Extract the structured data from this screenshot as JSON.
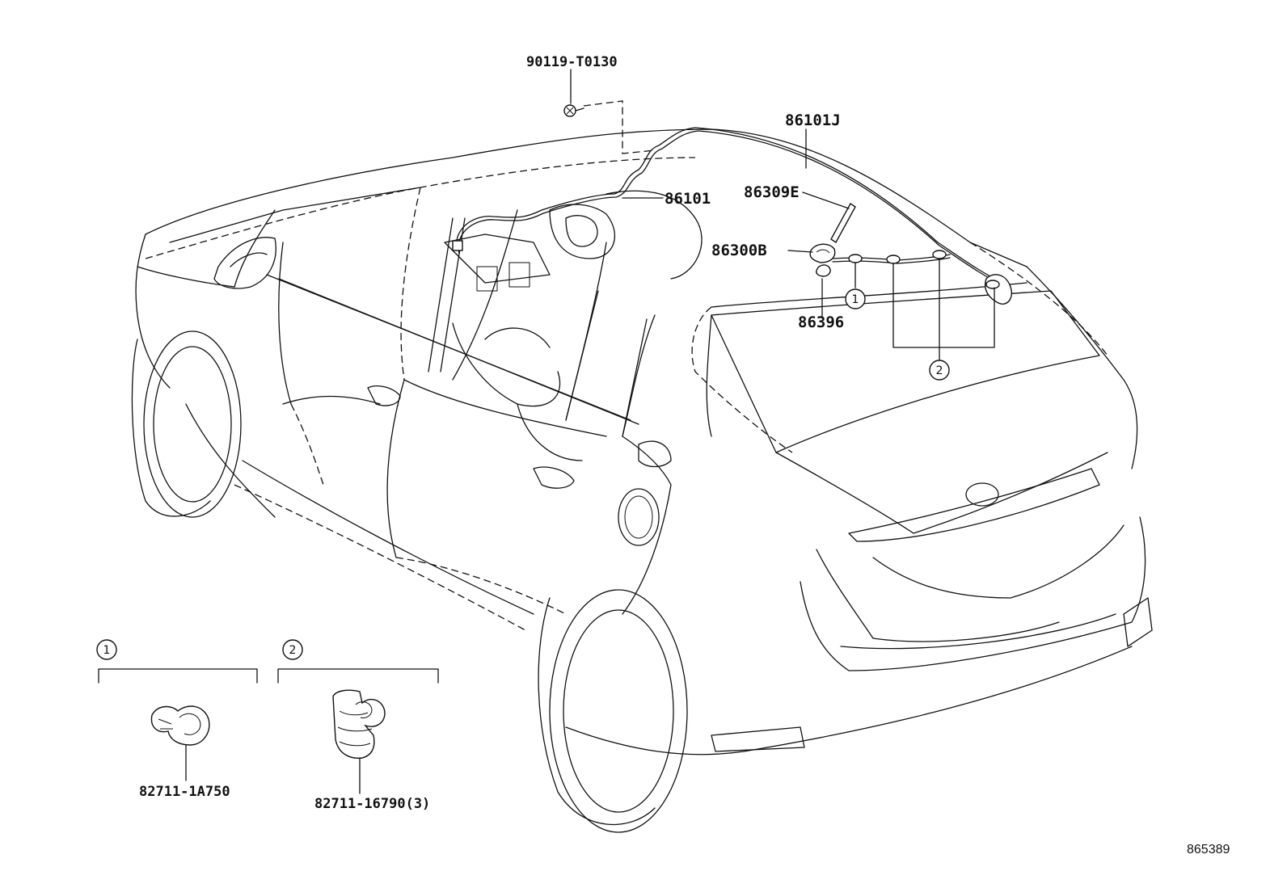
{
  "labels": {
    "bolt": "90119-T0130",
    "harness_roof": "86101J",
    "harness_front": "86101",
    "antenna_rod": "86309E",
    "antenna_base": "86300B",
    "pad": "86396",
    "clamp_1": "82711-1A750",
    "clamp_2": "82711-16790(3)"
  },
  "callouts": {
    "one": "1",
    "two": "2"
  },
  "diagram_ref": "865389"
}
